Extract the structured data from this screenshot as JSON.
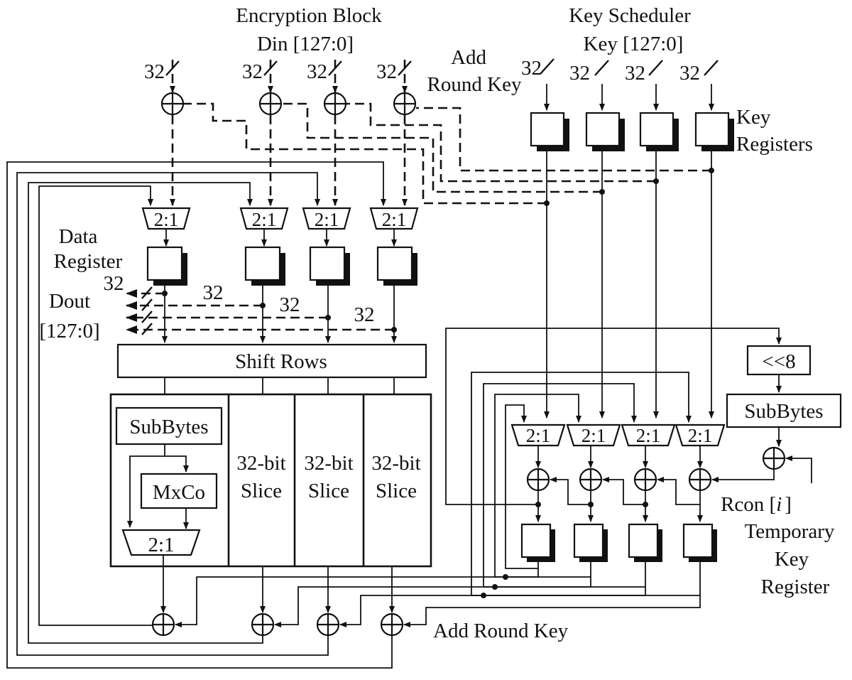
{
  "diagram": {
    "titles": {
      "encryption_block": "Encryption Block",
      "din": "Din [127:0]",
      "key_scheduler": "Key Scheduler",
      "key_in": "Key [127:0]"
    },
    "labels": {
      "add_round_key_top_1": "Add",
      "add_round_key_top_2": "Round Key",
      "key_registers_1": "Key",
      "key_registers_2": "Registers",
      "data_register_1": "Data",
      "data_register_2": "Register",
      "dout_1": "Dout",
      "dout_2": "[127:0]",
      "shift_rows": "Shift Rows",
      "subbytes": "SubBytes",
      "mxco": "MxCo",
      "mux": "2:1",
      "slice_1": "32-bit",
      "slice_2": "Slice",
      "shift8": "<<8",
      "rcon": "Rcon [",
      "rcon_i": "i",
      "rcon_close": "]",
      "temp_key_1": "Temporary",
      "temp_key_2": "Key",
      "temp_key_3": "Register",
      "add_round_key_bottom": "Add Round Key"
    },
    "bus_width": "32"
  }
}
